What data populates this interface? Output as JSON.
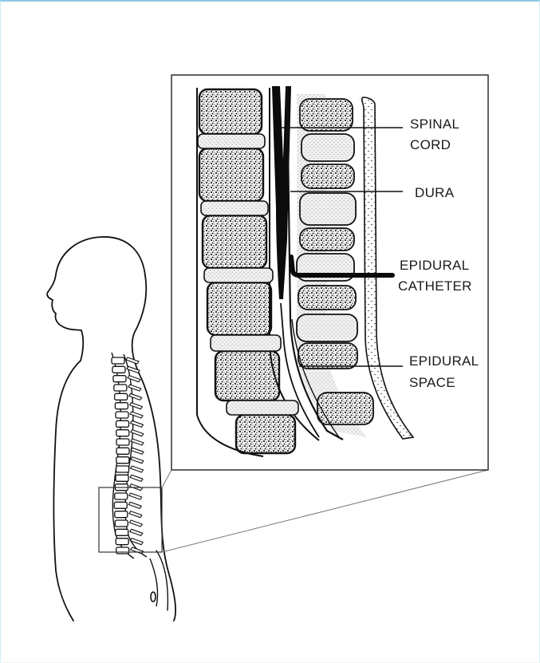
{
  "labels": {
    "spinal_cord": [
      "SPINAL",
      "CORD"
    ],
    "dura": "DURA",
    "epidural_catheter": [
      "EPIDURAL",
      "CATHETER"
    ],
    "epidural_space": [
      "EPIDURAL",
      "SPACE"
    ]
  },
  "colors": {
    "frame_accent": "#8ec9e3",
    "ink": "#1a1a1a",
    "stipple": "#e6e6e6"
  }
}
